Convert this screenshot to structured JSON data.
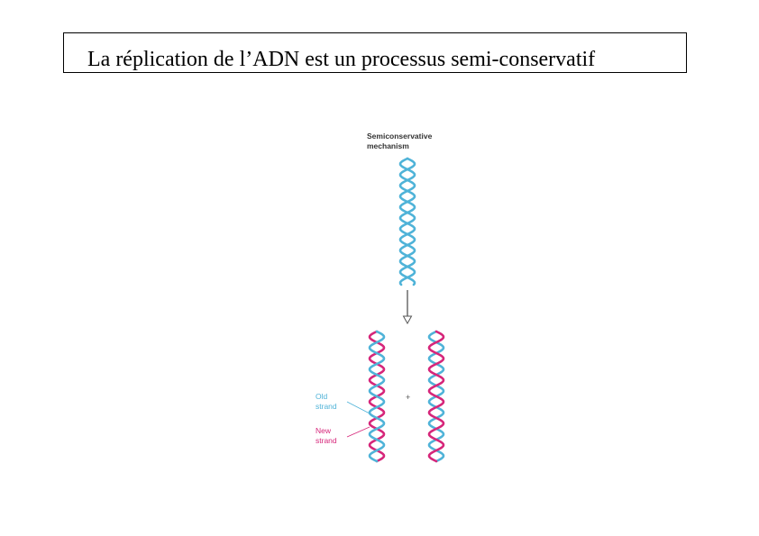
{
  "title": "La réplication de l’ADN est un processus semi-conservatif",
  "figure": {
    "heading_line1": "Semiconservative",
    "heading_line2": "mechanism",
    "plus_sign": "+",
    "old_strand_line1": "Old",
    "old_strand_line2": "strand",
    "new_strand_line1": "New",
    "new_strand_line2": "strand",
    "colors": {
      "old_strand": "#4fb3d8",
      "new_strand": "#d6267a",
      "arrow": "#555555",
      "heading": "#333333"
    }
  }
}
